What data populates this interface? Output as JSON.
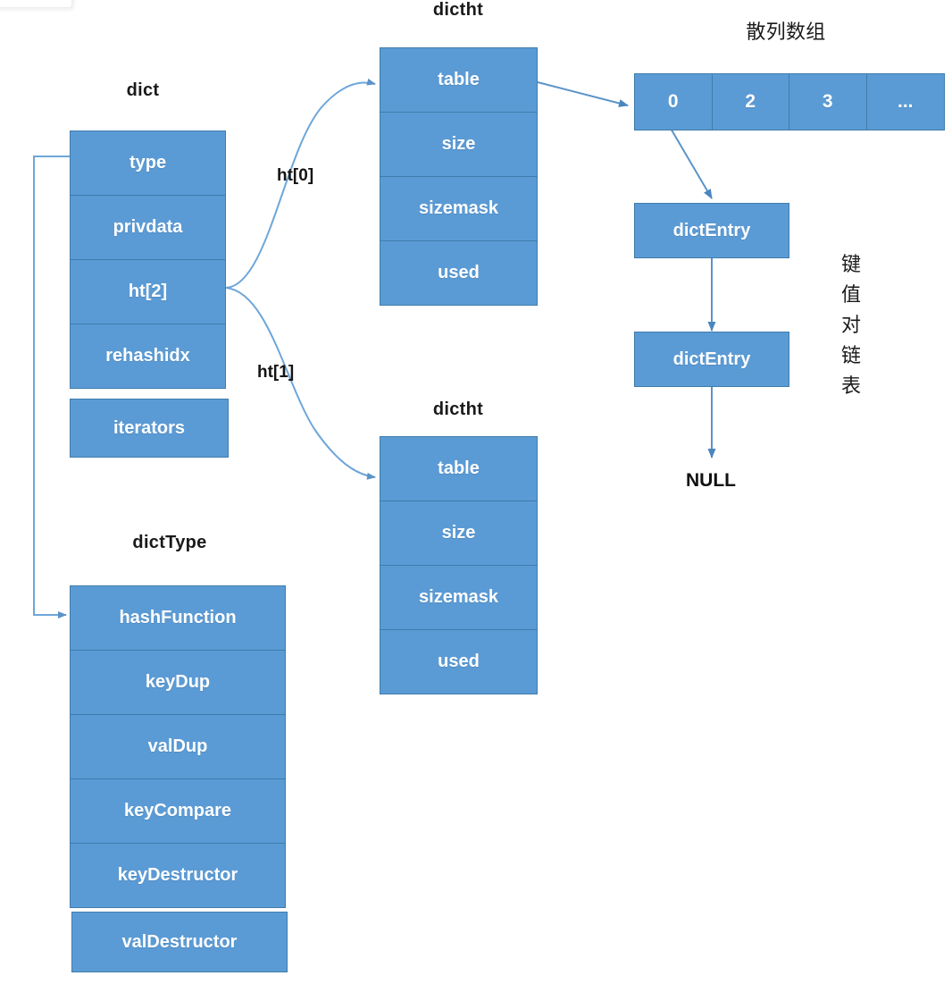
{
  "diagram": {
    "title_dict": "dict",
    "title_dictht_top": "dictht",
    "title_dictht_bottom": "dictht",
    "title_dicttype": "dictType",
    "title_hash_array": "散列数组",
    "edge_label_ht0": "ht[0]",
    "edge_label_ht1": "ht[1]",
    "null_label": "NULL",
    "chain_label_chars": [
      "键",
      "值",
      "对",
      "链",
      "表"
    ],
    "colors": {
      "box_fill": "#5b9bd5",
      "box_border": "#3f7cab",
      "connector": "#6ea6d9",
      "text_on_box": "#ffffff",
      "label_text": "#111111",
      "background": "#ffffff"
    },
    "dict_fields": [
      {
        "label": "type"
      },
      {
        "label": "privdata"
      },
      {
        "label": "ht[2]"
      },
      {
        "label": "rehashidx"
      },
      {
        "label": "iterators"
      }
    ],
    "dictht_top_fields": [
      {
        "label": "table"
      },
      {
        "label": "size"
      },
      {
        "label": "sizemask"
      },
      {
        "label": "used"
      }
    ],
    "dictht_bottom_fields": [
      {
        "label": "table"
      },
      {
        "label": "size"
      },
      {
        "label": "sizemask"
      },
      {
        "label": "used"
      }
    ],
    "dicttype_fields": [
      {
        "label": "hashFunction"
      },
      {
        "label": "keyDup"
      },
      {
        "label": "valDup"
      },
      {
        "label": "keyCompare"
      },
      {
        "label": "keyDestructor"
      },
      {
        "label": "valDestructor"
      }
    ],
    "hash_array_cells": [
      {
        "label": "0"
      },
      {
        "label": "2"
      },
      {
        "label": "3"
      },
      {
        "label": "..."
      }
    ],
    "dict_entries": [
      {
        "label": "dictEntry"
      },
      {
        "label": "dictEntry"
      }
    ]
  }
}
